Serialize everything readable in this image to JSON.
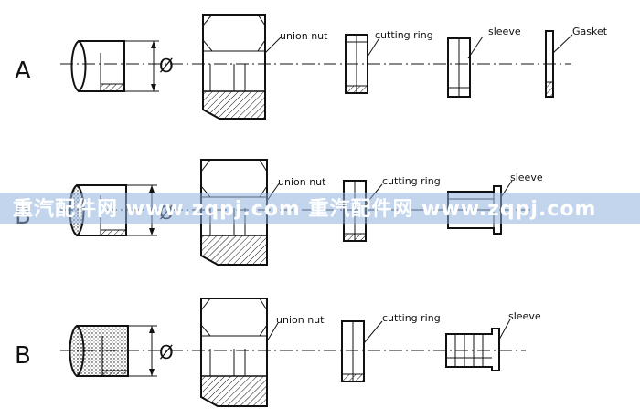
{
  "rows": [
    {
      "letter": "A",
      "parts": [
        "union nut",
        "cutting ring",
        "sleeve",
        "Gasket"
      ],
      "diameter": "Ø"
    },
    {
      "letter": "B",
      "parts": [
        "union nut",
        "cutting ring",
        "sleeve"
      ],
      "diameter": "Ø"
    },
    {
      "letter": "B",
      "parts": [
        "union nut",
        "cutting ring",
        "sleeve"
      ],
      "diameter": "Ø"
    }
  ],
  "watermark": {
    "text": "重汽配件网 www.zqpj.com 重汽配件网 www.zqpj.com",
    "color": "#8fb3de"
  },
  "colors": {
    "line": "#111111",
    "background": "#ffffff"
  }
}
